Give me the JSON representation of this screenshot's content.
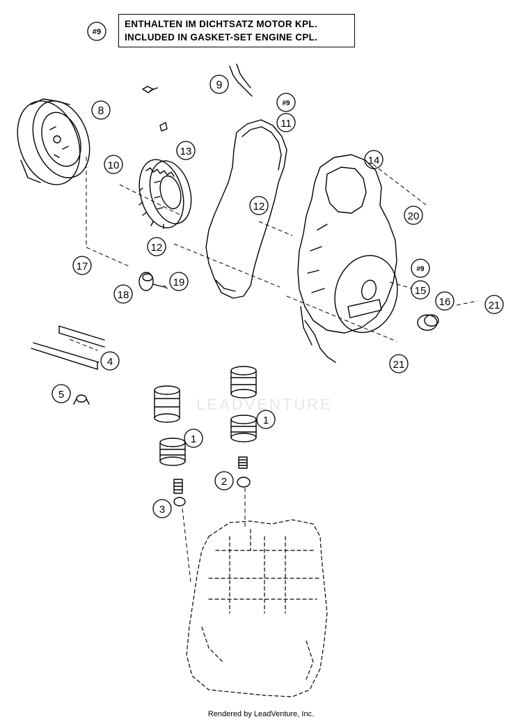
{
  "legend": {
    "tag": "#9",
    "line1": "ENTHALTEN IM DICHTSATZ MOTOR KPL.",
    "line2": "INCLUDED IN GASKET-SET ENGINE CPL."
  },
  "callouts": [
    {
      "id": "c-9tag-top",
      "label": "#9"
    },
    {
      "id": "c-9",
      "label": "9"
    },
    {
      "id": "c-8",
      "label": "8"
    },
    {
      "id": "c-9tag-gasket",
      "label": "#9"
    },
    {
      "id": "c-11",
      "label": "11"
    },
    {
      "id": "c-13",
      "label": "13"
    },
    {
      "id": "c-10",
      "label": "10"
    },
    {
      "id": "c-14",
      "label": "14"
    },
    {
      "id": "c-12a",
      "label": "12"
    },
    {
      "id": "c-20",
      "label": "20"
    },
    {
      "id": "c-12b",
      "label": "12"
    },
    {
      "id": "c-9tag-cover",
      "label": "#9"
    },
    {
      "id": "c-17",
      "label": "17"
    },
    {
      "id": "c-19",
      "label": "19"
    },
    {
      "id": "c-18",
      "label": "18"
    },
    {
      "id": "c-15",
      "label": "15"
    },
    {
      "id": "c-16",
      "label": "16"
    },
    {
      "id": "c-21a",
      "label": "21"
    },
    {
      "id": "c-4",
      "label": "4"
    },
    {
      "id": "c-21b",
      "label": "21"
    },
    {
      "id": "c-5",
      "label": "5"
    },
    {
      "id": "c-1a",
      "label": "1"
    },
    {
      "id": "c-1b",
      "label": "1"
    },
    {
      "id": "c-2",
      "label": "2"
    },
    {
      "id": "c-3",
      "label": "3"
    }
  ],
  "watermark": "LEADVENTURE",
  "footer": "Rendered by LeadVenture, Inc."
}
